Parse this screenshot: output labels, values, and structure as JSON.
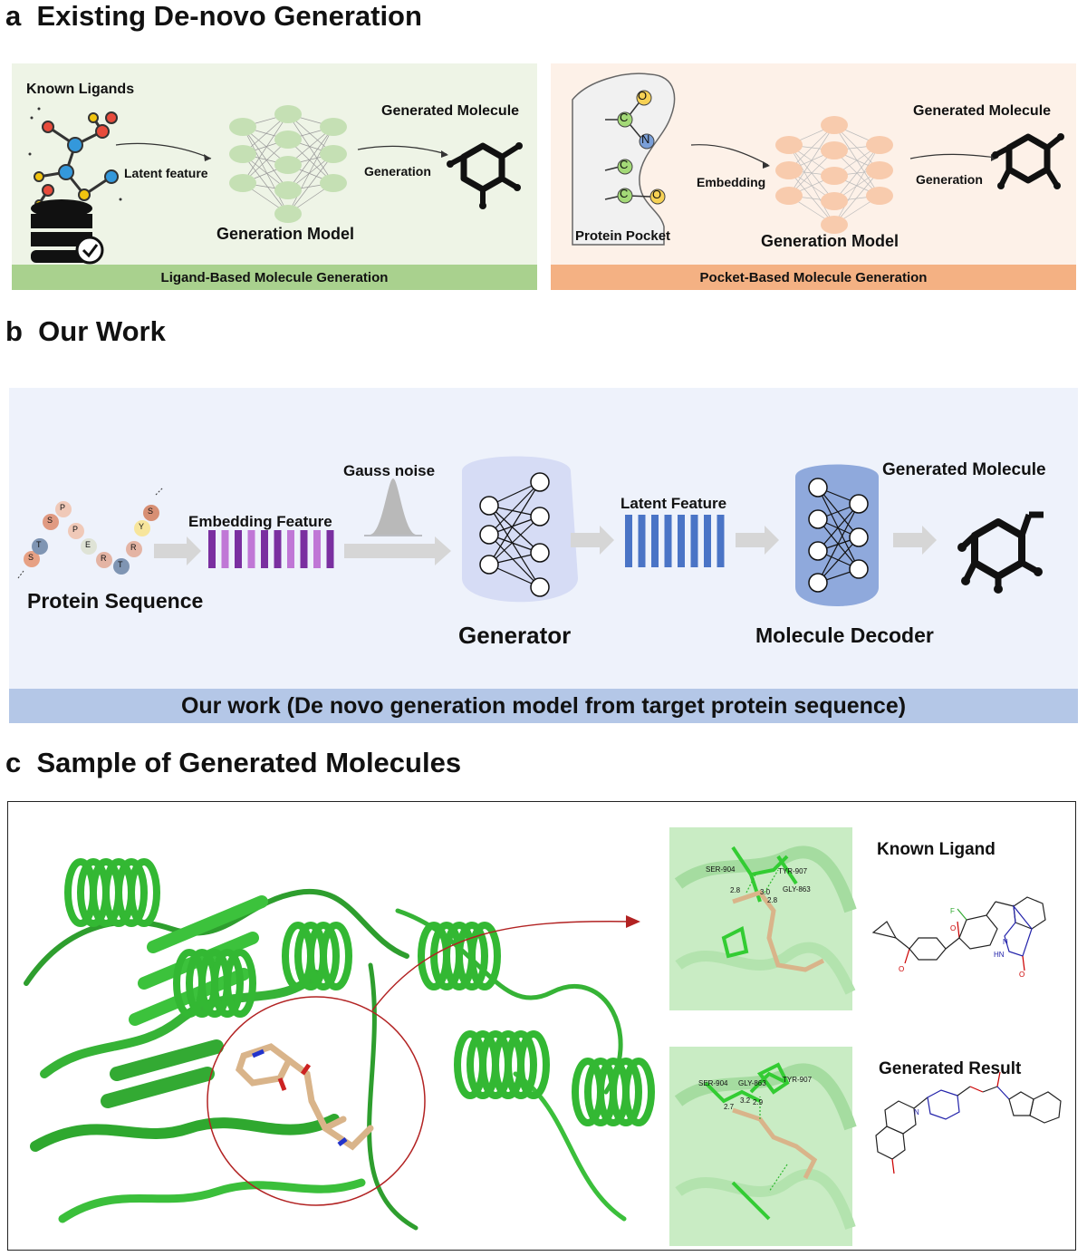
{
  "section_a": {
    "letter": "a",
    "title": "Existing De-novo Generation",
    "ligand_panel": {
      "known_ligands": "Known Ligands",
      "latent_feature": "Latent feature",
      "generation_model": "Generation Model",
      "generated_molecule": "Generated Molecule",
      "generation": "Generation",
      "footer": "Ligand-Based Molecule Generation",
      "bg_color": "#eef4e6",
      "footer_color": "#a9d18e",
      "node_color": "#c5e0b4"
    },
    "pocket_panel": {
      "atoms": [
        "O",
        "C",
        "N",
        "C",
        "C",
        "O"
      ],
      "protein_pocket": "Protein Pocket",
      "embedding": "Embedding",
      "generation_model": "Generation Model",
      "generated_molecule": "Generated Molecule",
      "generation": "Generation",
      "footer": "Pocket-Based Molecule Generation",
      "bg_color": "#fdf1e8",
      "footer_color": "#f4b183",
      "node_color": "#f8cbad"
    }
  },
  "section_b": {
    "letter": "b",
    "title": "Our Work",
    "sequence_letters": [
      "S",
      "T",
      "S",
      "P",
      "P",
      "E",
      "R",
      "T",
      "R",
      "Y",
      "S"
    ],
    "protein_sequence": "Protein Sequence",
    "embedding_feature": "Embedding Feature",
    "gauss_noise": "Gauss noise",
    "generator": "Generator",
    "latent_feature": "Latent Feature",
    "molecule_decoder": "Molecule Decoder",
    "generated_molecule": "Generated Molecule",
    "footer": "Our work (De novo generation model from target protein sequence)",
    "bg_color": "#eef2fb",
    "footer_color": "#b4c7e7"
  },
  "section_c": {
    "letter": "c",
    "title": "Sample of Generated Molecules",
    "known_ligand": "Known Ligand",
    "generated_result": "Generated Result",
    "known_residues": [
      "SER-904",
      "TYR-907",
      "GLY-863"
    ],
    "known_distances": [
      "2.8",
      "3.0",
      "2.8"
    ],
    "gen_residues": [
      "SER-904",
      "GLY-863",
      "TYR-907"
    ],
    "gen_distances": [
      "3.2",
      "2.9",
      "2.7"
    ],
    "struct_atoms": [
      "F",
      "O",
      "O",
      "N",
      "HN",
      "O",
      "N"
    ],
    "protein_color": "#3bbf3b"
  }
}
